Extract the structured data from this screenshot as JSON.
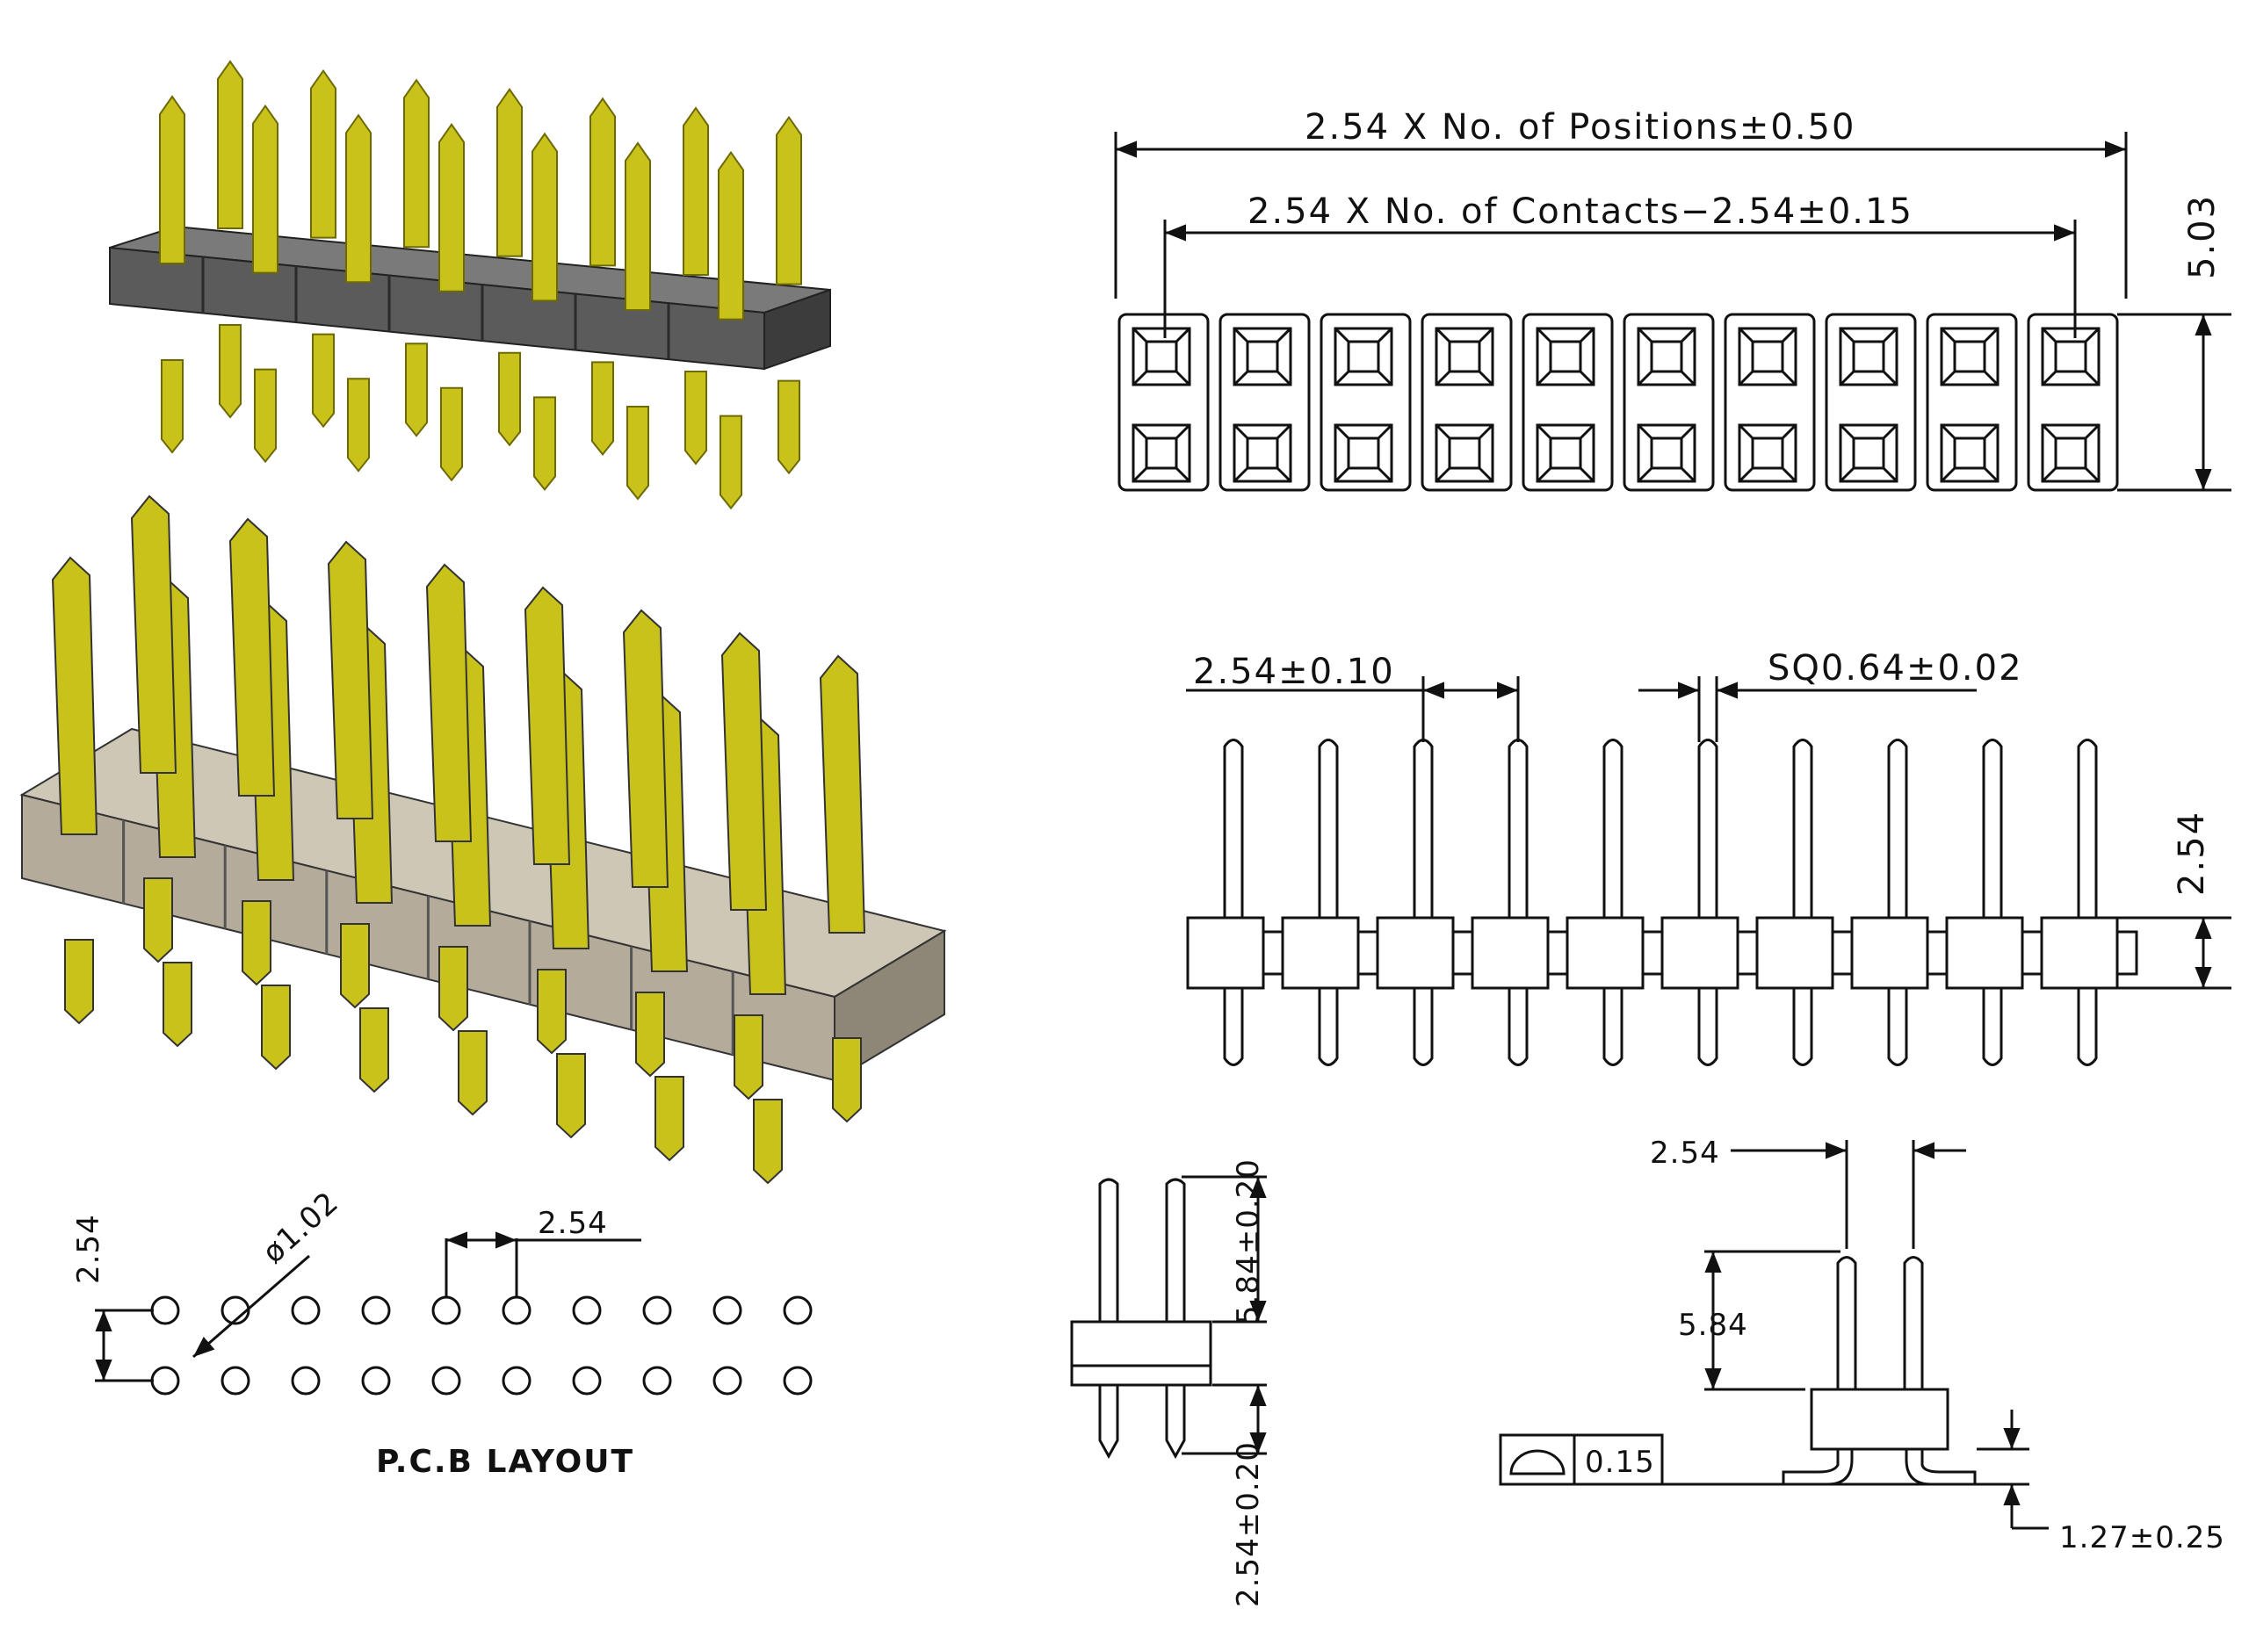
{
  "top_view": {
    "dim_positions": "2.54 X No. of Positions±0.50",
    "dim_contacts": "2.54 X No. of Contacts−2.54±0.15",
    "dim_height": "5.03"
  },
  "front_view": {
    "dim_pitch": "2.54±0.10",
    "dim_square": "SQ0.64±0.02",
    "dim_body": "2.54"
  },
  "pcb_layout": {
    "dim_row_pitch": "2.54",
    "dim_hole": "ø1.02",
    "dim_col_pitch": "2.54",
    "title": "P.C.B LAYOUT"
  },
  "side_view": {
    "dim_upper": "5.84±0.20",
    "dim_lower": "2.54±0.20"
  },
  "smt_view": {
    "dim_pitch": "2.54",
    "dim_height": "5.84",
    "coplanarity": "0.15",
    "dim_foot": "1.27±0.25"
  },
  "colors": {
    "gold": "#c9c21a",
    "gold_dark": "#6d6a05",
    "housing_dark": "#5b5b5b",
    "housing_light": "#b4ab9a",
    "line": "#111111"
  },
  "icons": [
    "coplanarity-symbol-icon"
  ]
}
